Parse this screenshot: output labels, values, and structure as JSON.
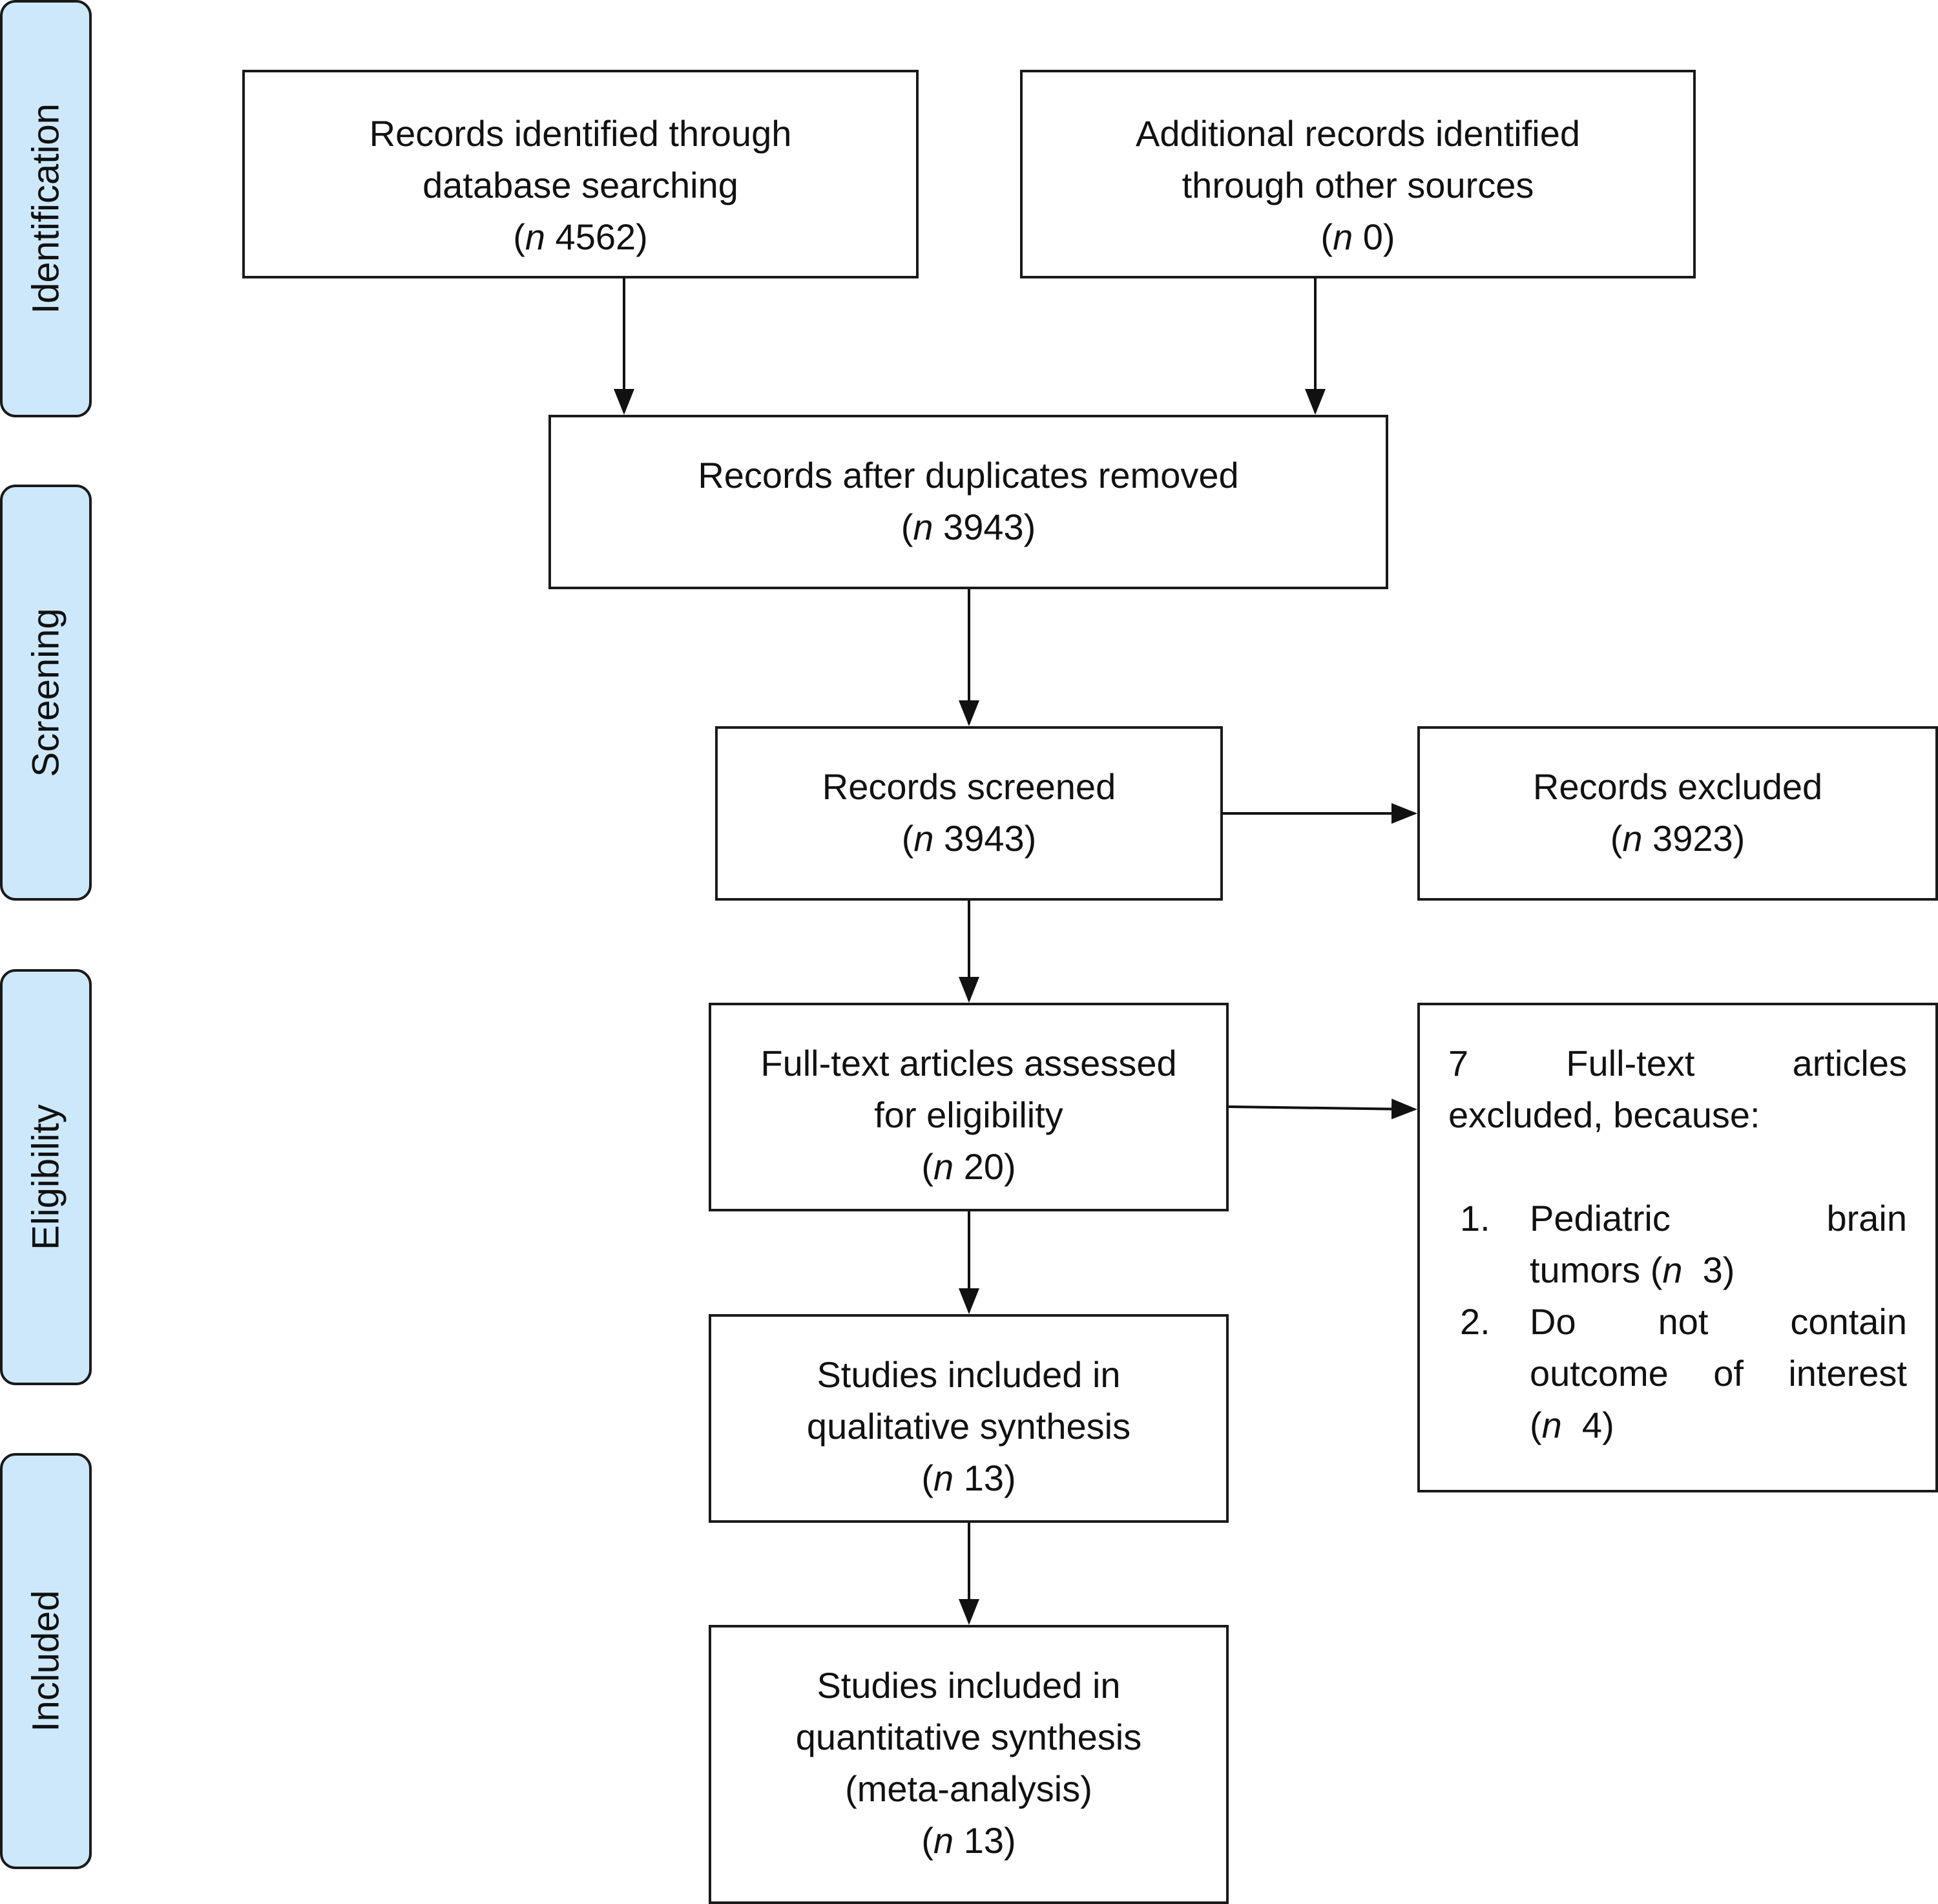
{
  "stages": [
    {
      "id": "identification",
      "label": "Identification"
    },
    {
      "id": "screening",
      "label": "Screening"
    },
    {
      "id": "eligibility",
      "label": "Eligibility"
    },
    {
      "id": "included",
      "label": "Included"
    }
  ],
  "boxes": {
    "db_search": {
      "lines": [
        "Records identified through",
        "database searching"
      ],
      "n_prefix": "(",
      "n_label": "n",
      "n_value": " 4562)"
    },
    "other_sources": {
      "lines": [
        "Additional records identified",
        "through other sources"
      ],
      "n_prefix": "(",
      "n_label": "n",
      "n_value": " 0)"
    },
    "dedup": {
      "lines": [
        "Records after duplicates removed"
      ],
      "n_prefix": "(",
      "n_label": "n",
      "n_value": " 3943)"
    },
    "screened": {
      "lines": [
        "Records screened"
      ],
      "n_prefix": "(",
      "n_label": "n",
      "n_value": " 3943)"
    },
    "excluded": {
      "lines": [
        "Records excluded"
      ],
      "n_prefix": "(",
      "n_label": "n",
      "n_value": " 3923)"
    },
    "fulltext": {
      "lines": [
        "Full-text articles assessed",
        "for eligibility"
      ],
      "n_prefix": "(",
      "n_label": "n",
      "n_value": " 20)"
    },
    "qualitative": {
      "lines": [
        "Studies included in",
        "qualitative synthesis"
      ],
      "n_prefix": "(",
      "n_label": "n",
      "n_value": " 13)"
    },
    "quantitative": {
      "lines": [
        "Studies included in",
        "quantitative synthesis",
        "(meta-analysis)"
      ],
      "n_prefix": "(",
      "n_label": "n",
      "n_value": " 13)"
    }
  },
  "fulltext_excluded": {
    "count": "7",
    "word1": "Full-text",
    "word2": "articles",
    "line2": "excluded, because:",
    "reasons": [
      {
        "num": "1.",
        "line1_a": "Pediatric",
        "line1_b": "brain",
        "line2_prefix": "tumors (",
        "n_label": "n",
        "n_value": "  3)"
      },
      {
        "num": "2.",
        "line1_a": "Do",
        "line1_mid": "not",
        "line1_b": "contain",
        "line2_a": "outcome",
        "line2_mid": "of",
        "line2_b": "interest",
        "line3_prefix": "(",
        "n_label": "n",
        "n_value": "  4)"
      }
    ]
  }
}
